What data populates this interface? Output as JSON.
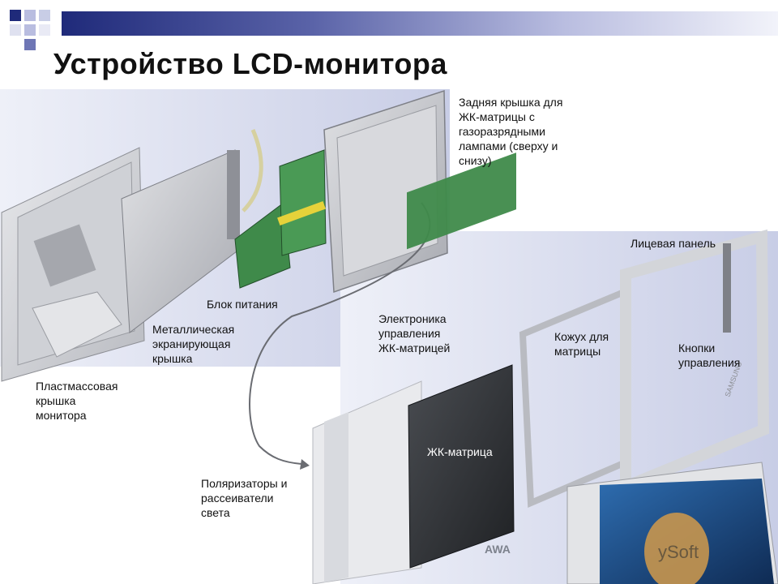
{
  "title": "Устройство LCD-монитора",
  "labels": {
    "back_cover": [
      "Задняя крышка для",
      "ЖК-матрицы с",
      "газоразрядными",
      "лампами (сверху и",
      "снизу)"
    ],
    "front_panel": "Лицевая панель",
    "power_unit": "Блок питания",
    "metal_shield": [
      "Металлическая",
      "экранирующая",
      "крышка"
    ],
    "lcd_electronics": [
      "Электроника",
      "управления",
      "ЖК-матрицей"
    ],
    "matrix_case": [
      "Кожух для",
      "матрицы"
    ],
    "control_buttons": [
      "Кнопки",
      "управления"
    ],
    "plastic_cover": [
      "Пластмассовая",
      "крышка",
      "монитора"
    ],
    "lcd_matrix": "ЖК-матрица",
    "polarizers": [
      "Поляризаторы и",
      "рассеиватели",
      "света"
    ]
  },
  "brand_marks": [
    "SAMSUNG",
    "AWA"
  ],
  "colors": {
    "accent_dark": "#1f2a7a",
    "accent_mid": "#5a63a8",
    "accent_light": "#b9bde0",
    "panel_blue": "#c8cde6",
    "pcb_green": "#3f8a4a"
  }
}
